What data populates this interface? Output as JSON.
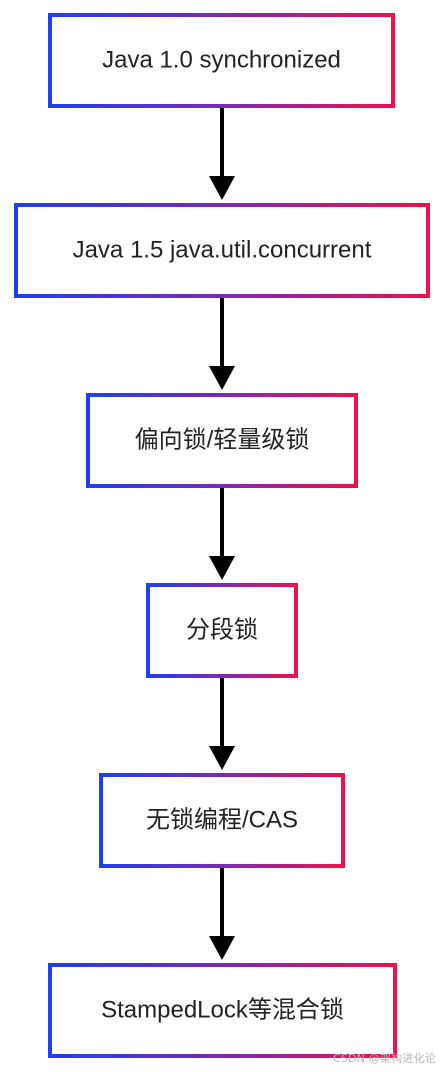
{
  "diagram": {
    "type": "flowchart",
    "direction": "top-to-bottom",
    "border_gradient": [
      "#1f3ff0",
      "#7a2ab8",
      "#f0104a"
    ],
    "arrow_color": "#000000",
    "nodes": [
      {
        "id": "n1",
        "label": "Java 1.0 synchronized"
      },
      {
        "id": "n2",
        "label": "Java 1.5 java.util.concurrent"
      },
      {
        "id": "n3",
        "label": "偏向锁/轻量级锁"
      },
      {
        "id": "n4",
        "label": "分段锁"
      },
      {
        "id": "n5",
        "label": "无锁编程/CAS"
      },
      {
        "id": "n6",
        "label": "StampedLock等混合锁"
      }
    ],
    "edges": [
      {
        "from": "n1",
        "to": "n2"
      },
      {
        "from": "n2",
        "to": "n3"
      },
      {
        "from": "n3",
        "to": "n4"
      },
      {
        "from": "n4",
        "to": "n5"
      },
      {
        "from": "n5",
        "to": "n6"
      }
    ]
  },
  "watermark": "CSDN @架构进化论"
}
